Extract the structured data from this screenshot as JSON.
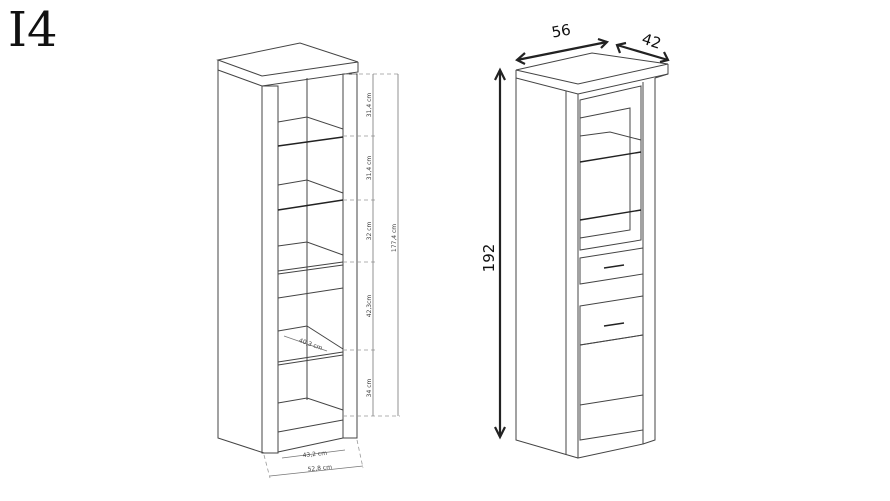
{
  "title": "I4",
  "left_drawing": {
    "shelf_heights": [
      "31,4 cm",
      "31,4 cm",
      "32 cm",
      "42,3cm",
      "34 cm"
    ],
    "total_inner_height": "177,4 cm",
    "shelf_depth": "40,3 cm",
    "inner_width": "43,2 cm",
    "outer_width": "52,8 cm"
  },
  "right_drawing": {
    "width": "56",
    "depth": "42",
    "height": "192"
  }
}
